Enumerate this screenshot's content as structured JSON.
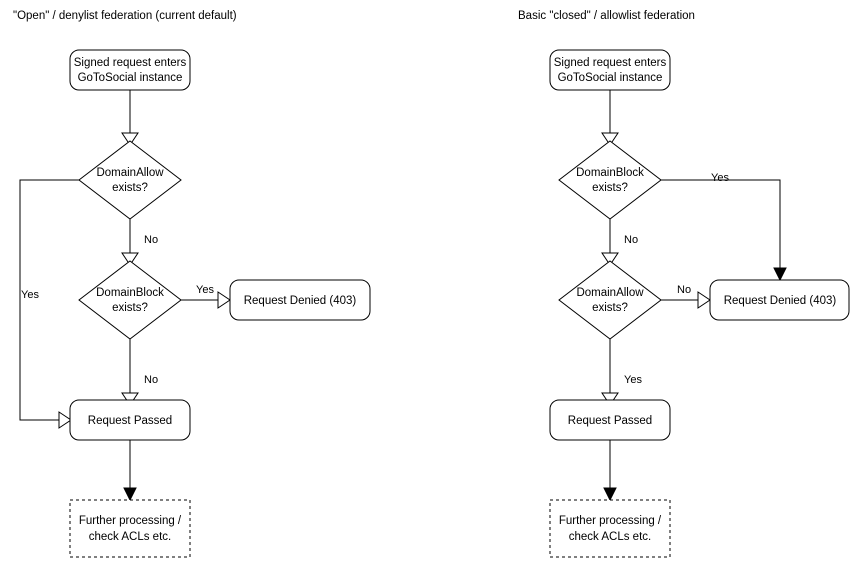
{
  "page": {
    "background_color": "#ffffff",
    "stroke_color": "#000000",
    "text_color": "#000000"
  },
  "diagrams": [
    {
      "id": "open-denylist",
      "title": "\"Open\" / denylist federation (current default)",
      "nodes": {
        "start": {
          "line1": "Signed request enters",
          "line2": "GoToSocial instance"
        },
        "decision1": {
          "line1": "DomainAllow",
          "line2": "exists?"
        },
        "decision2": {
          "line1": "DomainBlock",
          "line2": "exists?"
        },
        "denied": {
          "line1": "Request Denied (403)"
        },
        "passed": {
          "line1": "Request Passed"
        },
        "further": {
          "line1": "Further processing /",
          "line2": "check ACLs etc."
        }
      },
      "edge_labels": {
        "allow_yes": "Yes",
        "allow_no": "No",
        "block_yes": "Yes",
        "block_no": "No"
      }
    },
    {
      "id": "closed-allowlist",
      "title": "Basic \"closed\" / allowlist federation",
      "nodes": {
        "start": {
          "line1": "Signed request enters",
          "line2": "GoToSocial instance"
        },
        "decision1": {
          "line1": "DomainBlock",
          "line2": "exists?"
        },
        "decision2": {
          "line1": "DomainAllow",
          "line2": "exists?"
        },
        "denied": {
          "line1": "Request Denied (403)"
        },
        "passed": {
          "line1": "Request Passed"
        },
        "further": {
          "line1": "Further processing /",
          "line2": "check ACLs etc."
        }
      },
      "edge_labels": {
        "block_yes": "Yes",
        "block_no": "No",
        "allow_no": "No",
        "allow_yes": "Yes"
      }
    }
  ]
}
